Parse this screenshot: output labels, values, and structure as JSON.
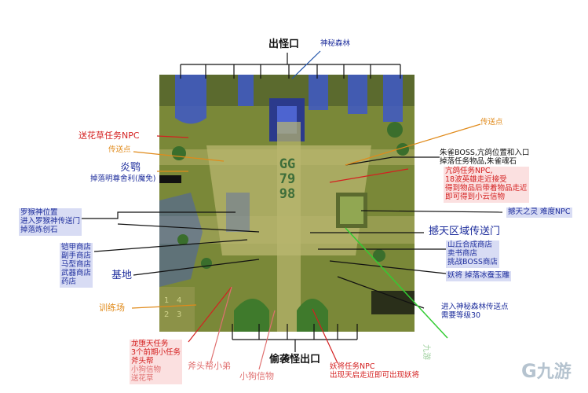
{
  "map": {
    "center_code": "GG7998",
    "colors": {
      "grass": "#7e8a3c",
      "path": "#b7b56a",
      "water": "#3e58c8",
      "dark": "#2a2f1a"
    }
  },
  "labels": {
    "top_exit": "出怪口",
    "mystic_forest": "神秘森林",
    "flower_quest_npc": "送花草任务NPC",
    "teleport_left": "传送点",
    "yanyuan": "炎鹗",
    "yanyuan_drop": "掉落明尊舍利(魔免)",
    "monkey_pos": "罗猴神位置",
    "monkey_line2": "进入罗猴神传送门",
    "monkey_line3": "掉落炼创石",
    "shops_left": [
      "铠甲商店",
      "副手商店",
      "马型商店",
      "武器商店",
      "药店"
    ],
    "base": "基地",
    "training": "训练场",
    "teleport_right": "传送点",
    "zhuque": [
      "朱雀BOSS,亢鸽位置和入口",
      "掉落任务物品,朱雀魂石"
    ],
    "kangge": [
      "亢鸽任务NPC,",
      "18波英雄走近接受",
      "得到物品后带着物品走近",
      "即可得到小云信物"
    ],
    "hantian_soul": "撼天之灵 难度NPC",
    "hantian_portal": "撼天区域传送门",
    "shops_right": [
      "山丘合成商店",
      "卖书商店",
      "挑战BOSS商店"
    ],
    "yaojiang": "妖将 掉落冰蚕玉雕",
    "forest_portal": [
      "进入神秘森林传送点",
      "需要等级30"
    ],
    "dragon_quest": [
      "龙堕天任务",
      "3个前期小任务",
      "斧头帮",
      "小狗信物",
      "送花草"
    ],
    "axe_gang": "斧头帮小弟",
    "dog_token": "小狗信物",
    "sneak_exit": "偷袭怪出口",
    "yaojiang_quest": [
      "妖将任务NPC",
      "出现天启走近即可出现妖将"
    ],
    "watermark": "九游",
    "watermark_side": "九游"
  }
}
